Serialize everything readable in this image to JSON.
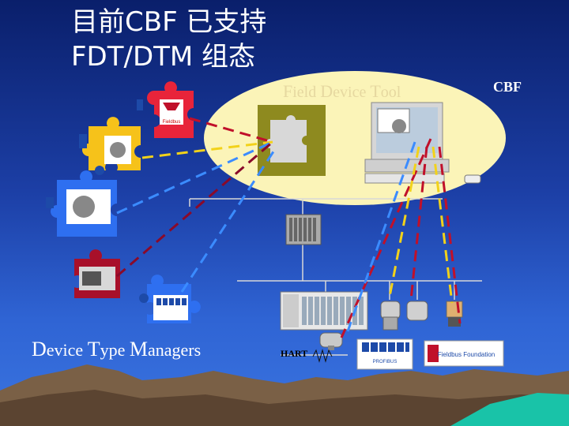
{
  "title": {
    "line1": "目前CBF 已支持",
    "line2": "FDT/DTM 组态"
  },
  "cbf_label": "CBF",
  "fdt_label": {
    "f": "F",
    "ield": "ield ",
    "d": "D",
    "evice": "evice ",
    "t": "T",
    "ool": "ool"
  },
  "dtm_label": {
    "d": "D",
    "evice": "evice ",
    "t": "T",
    "ype": "ype ",
    "m": "M",
    "anagers": "anagers"
  },
  "hart_label": "HART",
  "fieldbus_badge": "Fieldbus",
  "profibus_badge": "PROFIBUS",
  "fieldbus_foundation_badge": "Fieldbus Foundation",
  "colors": {
    "red": "#c0102a",
    "yellow": "#f2d21a",
    "blue": "#3b8cff",
    "darkred": "#8a0a2a",
    "puzzle_red": "#e8243a",
    "puzzle_yellow": "#f6c21a",
    "puzzle_blue": "#2e6ff0",
    "puzzle_olive": "#8e8a1f"
  }
}
